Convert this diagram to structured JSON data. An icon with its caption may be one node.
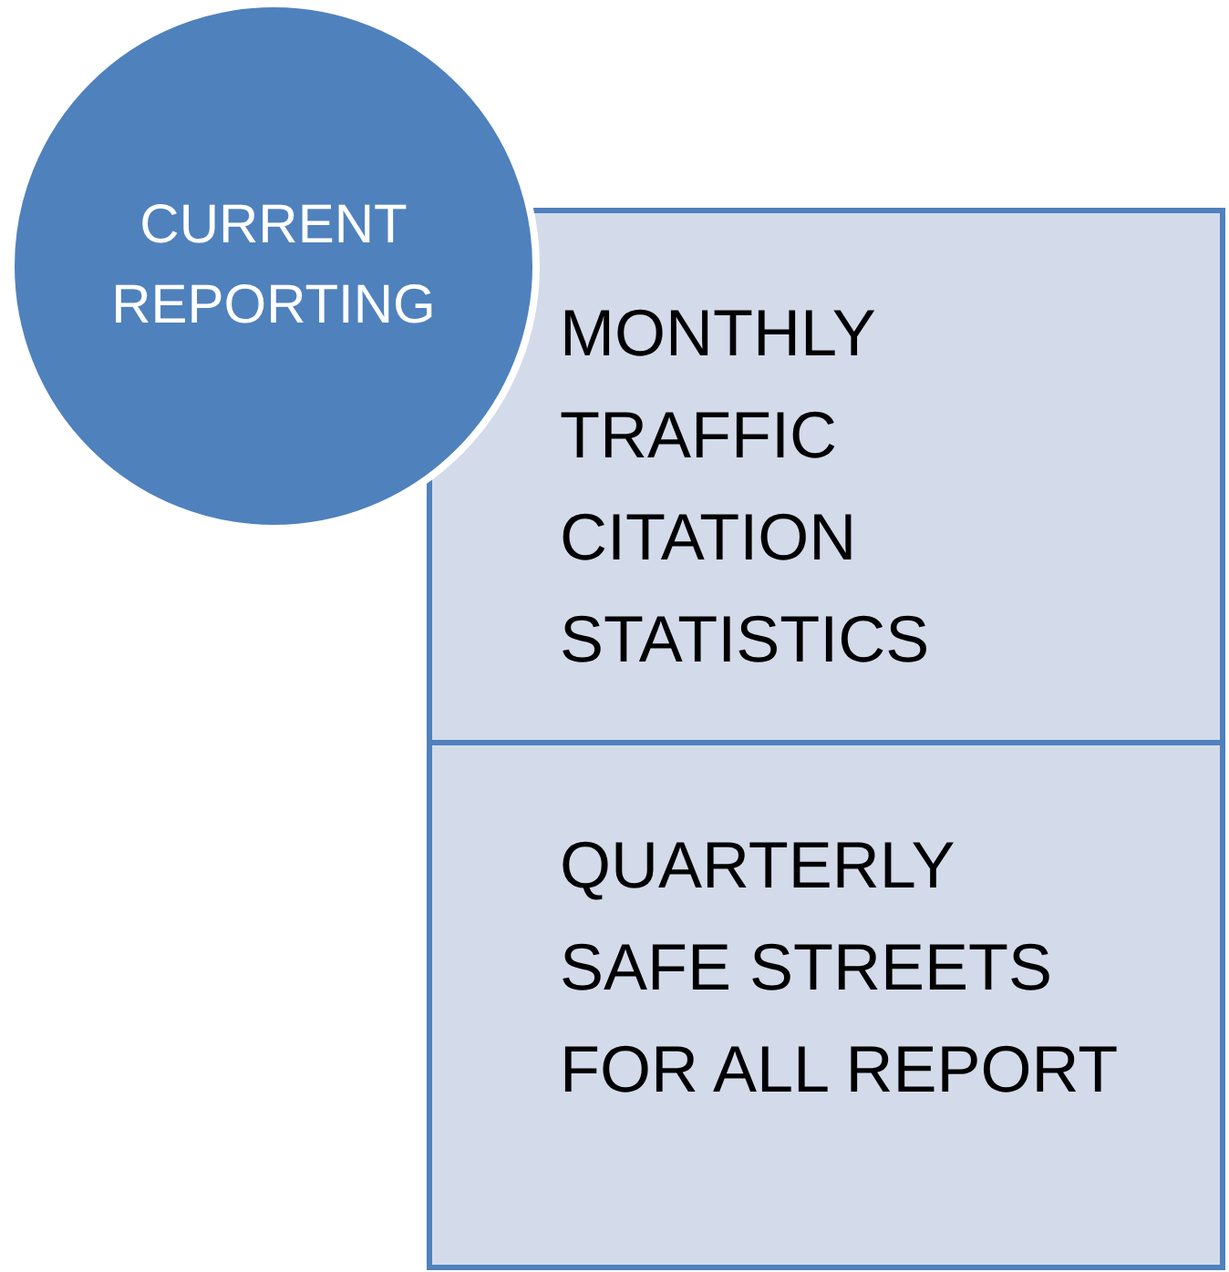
{
  "diagram": {
    "nodes": [
      {
        "text": [
          "CURRENT REPORTING"
        ]
      },
      {
        "text": [
          "MONTHLY TRAFFIC CITATION STATISTICS"
        ]
      },
      {
        "text": [
          "QUARTERLY SAFE STREETS FOR ALL REPORT"
        ]
      }
    ]
  }
}
